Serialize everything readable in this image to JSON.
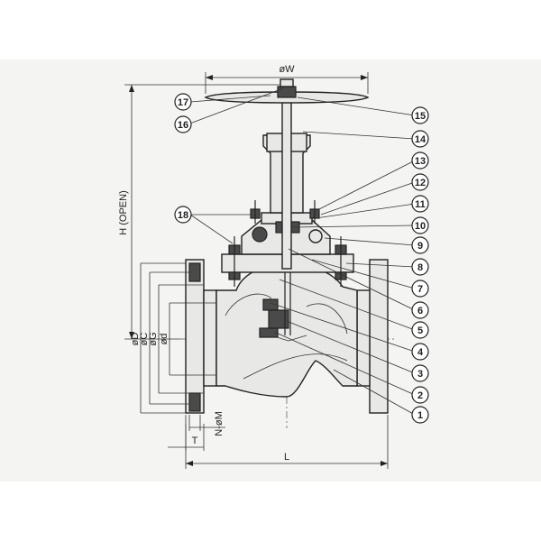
{
  "dimensions": {
    "w": "øW",
    "h": "H (OPEN)",
    "l": "L",
    "t": "T",
    "nm": "N-øM",
    "d": "øD",
    "c": "øC",
    "g": "øG",
    "dd": "ød"
  },
  "callouts": [
    "1",
    "2",
    "3",
    "4",
    "5",
    "6",
    "7",
    "8",
    "9",
    "10",
    "11",
    "12",
    "13",
    "14",
    "15",
    "16",
    "17",
    "18"
  ]
}
